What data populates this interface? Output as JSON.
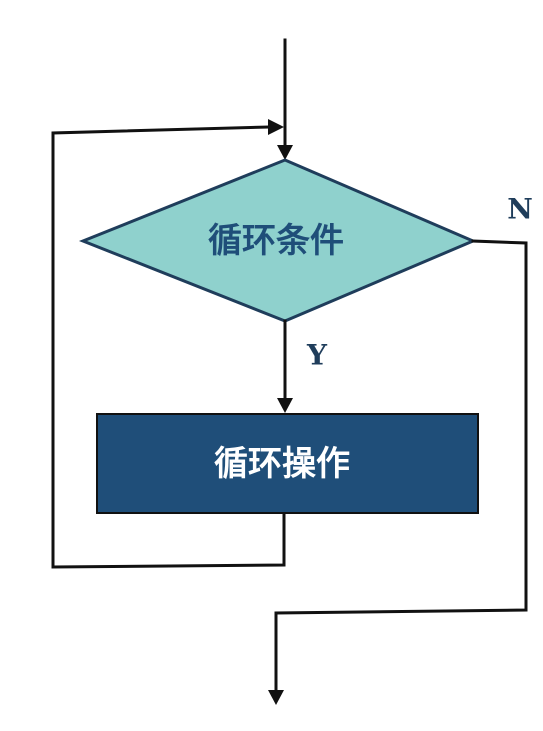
{
  "diagram": {
    "condition_node": {
      "label": "循环条件",
      "fill_color": "#8fd1cd",
      "text_color": "#1f4e79"
    },
    "action_node": {
      "label": "循环操作",
      "fill_color": "#1f4e79",
      "text_color": "#ffffff"
    },
    "branch_yes_label": "Y",
    "branch_no_label": "N",
    "branch_label_color": "#1f3d5b",
    "line_color": "#111111"
  }
}
